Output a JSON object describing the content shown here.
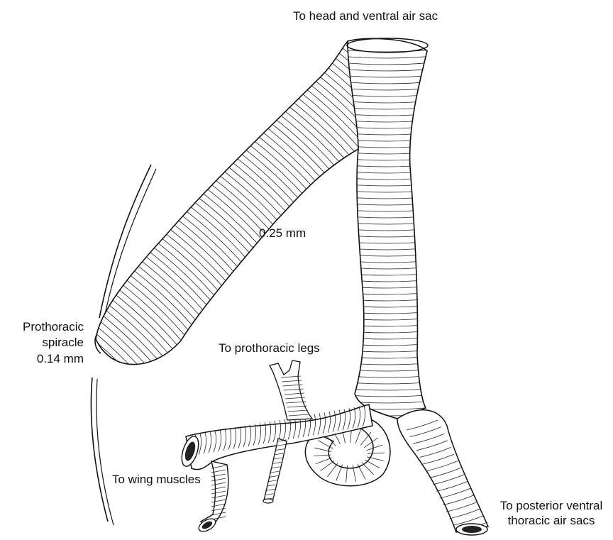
{
  "labels": {
    "head": "To head and ventral air sac",
    "diameter_main": "0.25 mm",
    "spiracle_line1": "Prothoracic",
    "spiracle_line2": "spiracle",
    "spiracle_size": "0.14 mm",
    "legs": "To prothoracic legs",
    "wing": "To wing muscles",
    "posterior_line1": "To posterior ventral",
    "posterior_line2": "thoracic air sacs"
  },
  "colors": {
    "ink": "#111111",
    "background": "#ffffff"
  }
}
